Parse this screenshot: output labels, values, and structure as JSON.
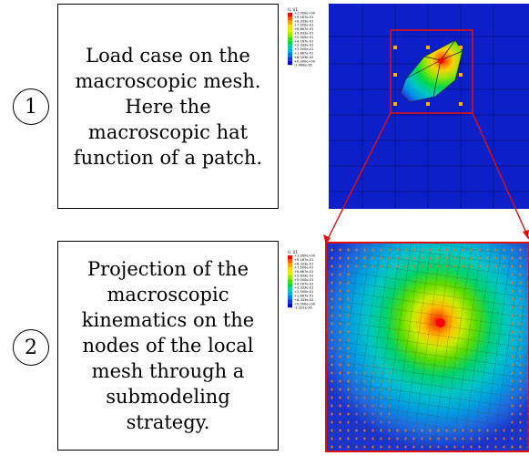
{
  "steps": [
    {
      "number": "1",
      "lines": [
        "Load case on the",
        "macroscopic mesh.",
        "Here the",
        "macroscopic hat",
        "function of a patch."
      ]
    },
    {
      "number": "2",
      "lines": [
        "Projection of the",
        "macroscopic",
        "kinematics on the",
        "nodes of the local",
        "mesh through a",
        "submodeling",
        "strategy."
      ]
    }
  ],
  "legend_top": {
    "title": "U, U1",
    "values": [
      "+1.000e+00",
      "+9.167e-01",
      "+8.333e-01",
      "+7.500e-01",
      "+6.667e-01",
      "+5.833e-01",
      "+5.000e-01",
      "+4.167e-01",
      "+3.333e-01",
      "+2.500e-01",
      "+1.667e-01",
      "+8.333e-02",
      "+0.000e+00",
      "-2.498e-16"
    ]
  },
  "legend_bottom": {
    "title": "U, U1",
    "values": [
      "+1.000e+00",
      "+9.167e-01",
      "+8.333e-01",
      "+7.500e-01",
      "+6.667e-01",
      "+5.833e-01",
      "+5.000e-01",
      "+4.167e-01",
      "+3.333e-01",
      "+2.500e-01",
      "+1.667e-01",
      "+8.333e-02",
      "+0.000e+00",
      "-3.322e-16"
    ]
  },
  "colors": {
    "contour_scale": [
      "#ff0000",
      "#ff5a00",
      "#ffa500",
      "#ffdc00",
      "#d8f000",
      "#98e800",
      "#3ee000",
      "#00d84a",
      "#00d0a8",
      "#00b0e0",
      "#0078e8",
      "#0038e0",
      "#0000c8"
    ],
    "mesh_background": "#0d1fc9",
    "highlight": "#e01010",
    "node_marker": "#e87a20"
  }
}
